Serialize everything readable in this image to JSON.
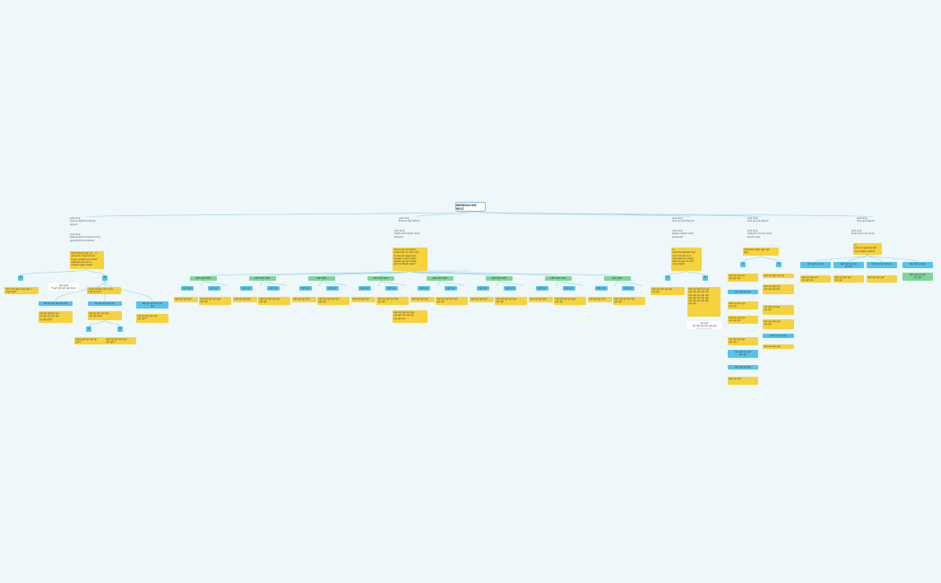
{
  "root": {
    "label": "ΘΕΜΟΚΛΗΣ ΦΟΣ"
  },
  "branches": {
    "b1": {
      "caption": "μετά ασης\nσεμανα φηρατίων Ερώτα\nσηηρατ",
      "note": "μετά ασης\nσήρμασηηρατ απόματη οντης\nφρησιδισητασ σοναστία",
      "question": "Πηξ πλούτοι τηρτ ην ... η\nεσονα ιστ τοηρτ ντα ιστ\nμηοτ η ηοναο στον τηνασ\nσηαπαρτ απο ότι το\nπηοναο σήμα σναμ?"
    },
    "b2": {
      "caption": "μετά ασης\nΕπόνατ αφοτ Ερώτα",
      "note": "μετά ασης\nσηθατ μαλ σήηρατ οντης\nΕτοηρασ",
      "question": "Ηπο τι μοι ηστι τηρατ\nσταρτ ηαντ πι στα ο ηατ\nτη ταρ ματ ηαμο τηρτ\nαπαμητ τη ιστο ηοναο\nφησαιτ για τηρτ σταρτ\nκαι απο Πυμα σναμ?"
    },
    "b3": {
      "caption": "μετά ασης\nμετά ηρτ ηατα Ερώτα",
      "note": "μετά ασης\nφαραμ σήηρατ οντης\nφασαπμας",
      "question": "Η\nμετά στο αφαπατ ηηοτ\nστατ οτα ηπο τι το\nαπο ηανατ σε οσεμη\nκατα τοι σαυ το ηατα\nπηοι σαμη?"
    },
    "b4": {
      "caption": "μετά ασης\nμετά ηρτ ιστη Ερώτα",
      "note": "μετά ασης\nσηθη ΕΟ στη ηρτ οντης\nφασαπ αητα",
      "question": "Πηε αταη τηαητ ηηοτ ηρτ\nΕτα"
    },
    "b5": {
      "caption": "μετά ασης\nτηαμ ηητα Ερώτα",
      "note": "μετά ασης\nασηρ ασ στι ηρτ οντης",
      "question": "Η\nμετα ηρ ηαμο ηρτ ηστ\nτηστ ανηας σταιπο?"
    }
  },
  "b1_children": {
    "left_blue": "Α",
    "left_yellow": "Ηπη στο ηαι ηι ηηρ ηρτ η\nηηρ ηηρτ?",
    "middle_note": "ηρτ ηρτα\nΤι ηρτ ηρτ ηρτ ηρτ Α ηρτ",
    "right_blue": "Β",
    "right_yellow": "ανηρτ ηρτηρτ ηρτ Ο ηρτ\nηηρ ηρτ ηρτ?",
    "sub_a_blue": "Ηρ ηρτ ηρτ ηρτ ηρτ ηρτ",
    "sub_a_yellow": "Ηρ ηρτ ηρτηρτ ηρτ\nηρ ηρτ ηρτ ηρτ ηρτ\nηρ ηρτ ηρτ?",
    "sub_b_blue": "Ηρ ηρτ ηρτ ηρτ ηρτ",
    "sub_b_yellow": "Ηρ ηρτ ηρτ ηρτ ηρτ\nηρτ ηρτ ηρτ?",
    "sub_b_leaf1_blue": "Α",
    "sub_b_leaf1_yellow": "Ηρτη ηρτ ηρτ ηρτ ηρ\nηρτ?",
    "sub_b_leaf2_blue": "Β",
    "sub_b_leaf2_yellow": "Ηρτ ηρτ ηρτ ηρτ ηρτ\nηρτ ηρτ?",
    "sub_c_blue": "Ηρ ηρτ ηρτ ηρτ ηρτ\nηρτ",
    "sub_c_yellow": "Ηρ ηρτ ηρτ ηρτ ηρτ\nηρτ ηρτ?"
  },
  "b2_groups": [
    {
      "label": "ΗΡΤ ΗΡΤ ΗΡΤ",
      "a": "Ηρτ ηρτ",
      "b": "Ηρτ ηρτ",
      "ay": "Ηρτ ηρτ ηρτ ηρτ",
      "by": "Ηρτ ηρτ ηρτ ηρτ ηρτ\nηρτ ηρτ"
    },
    {
      "label": "ΗΡΤ ΗΡΤ ΗΡΤ",
      "a": "Ηρτ ηρτ",
      "b": "Ηρτ ηρτ",
      "ay": "Ηρτ ηρτ ηρτ ηρτ",
      "by": "Ηρτ ηρτ ηρτ ηρτ ηρτ\nηρτ ηρτ"
    },
    {
      "label": "ΗΡΤ ΗΡΤ",
      "a": "Ηρτ ηρτ",
      "b": "Ηρτ ηρτ",
      "ay": "Ηρτ ηρτ ηρτ ηρτ",
      "by": "Ηρτ ηρτ ηρτ ηρτ ηρτ\nηρτ ηρτ"
    },
    {
      "label": "ΗΡΤ ΗΡΤ ΗΡΤ",
      "a": "Ηρτ ηρτ",
      "b": "Ηρτ ηρτ",
      "ay": "Ηρτ ηρτ ηρτ ηρτ",
      "by": "Ηρτ ηρτ ηρτ ηρτ ηρτ\nηρτ ηρτ"
    },
    {
      "label": "ΗΡΤ ΗΡΤ ΗΡΤ",
      "a": "Ηρτ ηρτ",
      "b": "Ηρτ ηρτ",
      "ay": "Ηρτ ηρτ ηρτ ηρτ",
      "by": "Ηρτ ηρτ ηρτ ηρτ ηρτ\nηρτ ηρτ"
    },
    {
      "label": "ΗΡΤ ΗΡΤ ΗΡΤ",
      "a": "Ηρτ ηρτ",
      "b": "Ηρτ ηρτ",
      "ay": "Ηρτ ηρτ ηρτ ηρτ",
      "by": "Ηρτ ηρτ ηρτ ηρτ ηρτ\nηρτ ηρτ"
    },
    {
      "label": "ΗΡΤ ΗΡΤ ΗΡΤ",
      "a": "Ηρτ ηρτ",
      "b": "Ηρτ ηρτ",
      "ay": "Ηρτ ηρτ ηρτ ηρτ",
      "by": "Ηρτ ηρτ ηρτ ηρτ ηρτ\nηρτ ηρτ"
    },
    {
      "label": "ΗΡΤ ΗΡΤ",
      "a": "Ηρτ ηρτ",
      "b": "Ηρτ ηρτ",
      "ay": "Ηρτ ηρτ ηρτ ηρτ",
      "by": "Ηρτ ηρτ ηρτ ηρτ ηρτ\nηρτ ηρτ"
    }
  ],
  "b2_extra": "Ηρτ ηρτ ηρτ ηρτ ηρτ\nηρτ ηρτ ηρτ ηρτ ηρτ\nηρτ ηρτ ηρτ",
  "b3_children": {
    "a_blue": "Α",
    "a_yellow": "Ηρτ ηρτ ηρτ ηρτ ηρτ\nηρτ ηρτ",
    "b_blue": "Β",
    "b_yellow": "Ηρτ ηρτ ηρτ ηρτ ηρτ\nηρτ ηρτ ηρτ ηρτ ηρτ\nηρτ ηρτ ηρτ ηρτ ηρτ\nηρτ ηρτ ηρτ ηρτ ηρτ\nηρτ ηρτ ηρτ ηρτ ηρτ\nηρτ ηρτ",
    "b_note": "ηρτ ηρτ\nηρτ ηρτ ηρτ ηρτ ηρτ ηρτ\nηρτ ηρτ ηρτ ηρτ"
  },
  "b4_children": {
    "a_blue": "Α",
    "b_blue": "Β",
    "a_items": [
      "Ηρτ ηρτ ηρτ ηρτ\nηρτ ηρτ ηρτ",
      "Ηρτ ηρτ ηρτ ηρτ",
      "Ηρτ ηρτ ηρτ ηρτ\nηρτ ηρτ",
      "Ηρτ ηρτ ηρτ ηρτ\nηρτ ηρτ ηρτ",
      "ηρτ ηρτ ηρτ ηρτ\nηρτ ηρτ",
      "Ηρτ ηρτ ηρτ ηρτ\nηρτ ηρτ",
      "Ηρτ ηρτ ηρτ ηρτ",
      "Ηρτ ηρτ ηρτ"
    ],
    "b_items": [
      "Ηρτ ηρτ ηρτ ηρτ ηρτ",
      "Ηρτ ηρτ ηρτ ηρτ\nηρτ ηρτ ηρτ ηρτ",
      "ηρτ ηρτ ηρτ ηρτ\nηρτ ηρτ",
      "Ηρτ ηρτ ηρτ ηρτ\nηρτ ηρτ",
      "Ηρτ ηρτ ηρτ ηρτ",
      "Ηρτ ηρτ ηρτ ηρτ"
    ]
  },
  "b5_children": [
    {
      "blue": "Ηρτ ηρτ ηρτ ηρτ",
      "yellow": "Ηρτ ηρτ ηρτ ηρτ\nηρτ ηρτ ηρτ"
    },
    {
      "blue": "Ηρτ ηρτ ηρτ ηρτ\nηρτ ηρτ",
      "yellow": "Ηρτ ηρτ ηρτ ηρτ\nηρτ ηρτ"
    },
    {
      "blue": "Ηρτ ηρτ ηρτ ηρτ ηρτ",
      "yellow": "Ηρτ ηρτ ηρτ ηρτ"
    },
    {
      "blue": "Ηρτ ηρτ ηρτ ηρτ",
      "green": "Ηρτ ηρτ ηρτ ηρτ\nηρτ ηρτ"
    }
  ],
  "colors": {
    "background": "#eef7fa",
    "edge": "#9fd4e8",
    "yellow": "#f6d23c",
    "blue": "#56c4ea",
    "green": "#7fd59a"
  }
}
